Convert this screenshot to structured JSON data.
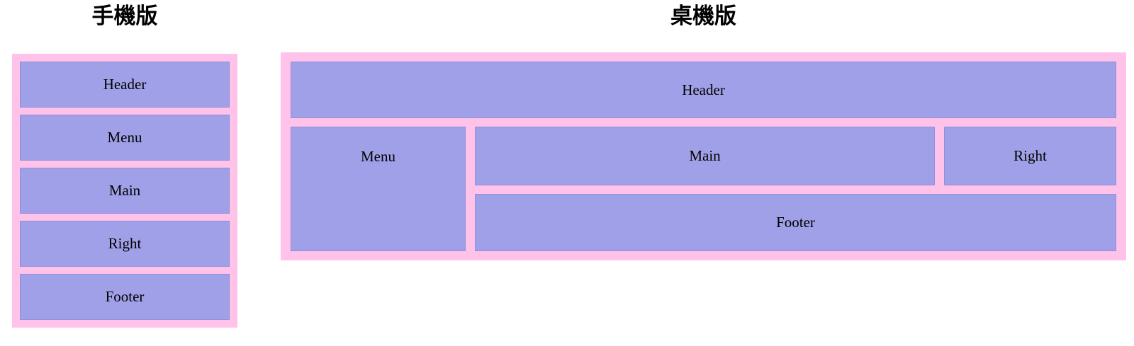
{
  "colors": {
    "container": "#ffc2e8",
    "box": "#a0a0e8",
    "box_border": "#8f90dc",
    "text": "#000000"
  },
  "mobile": {
    "title": "手機版",
    "boxes": [
      "Header",
      "Menu",
      "Main",
      "Right",
      "Footer"
    ]
  },
  "desktop": {
    "title": "桌機版",
    "header": "Header",
    "menu": "Menu",
    "main": "Main",
    "right": "Right",
    "footer": "Footer"
  }
}
